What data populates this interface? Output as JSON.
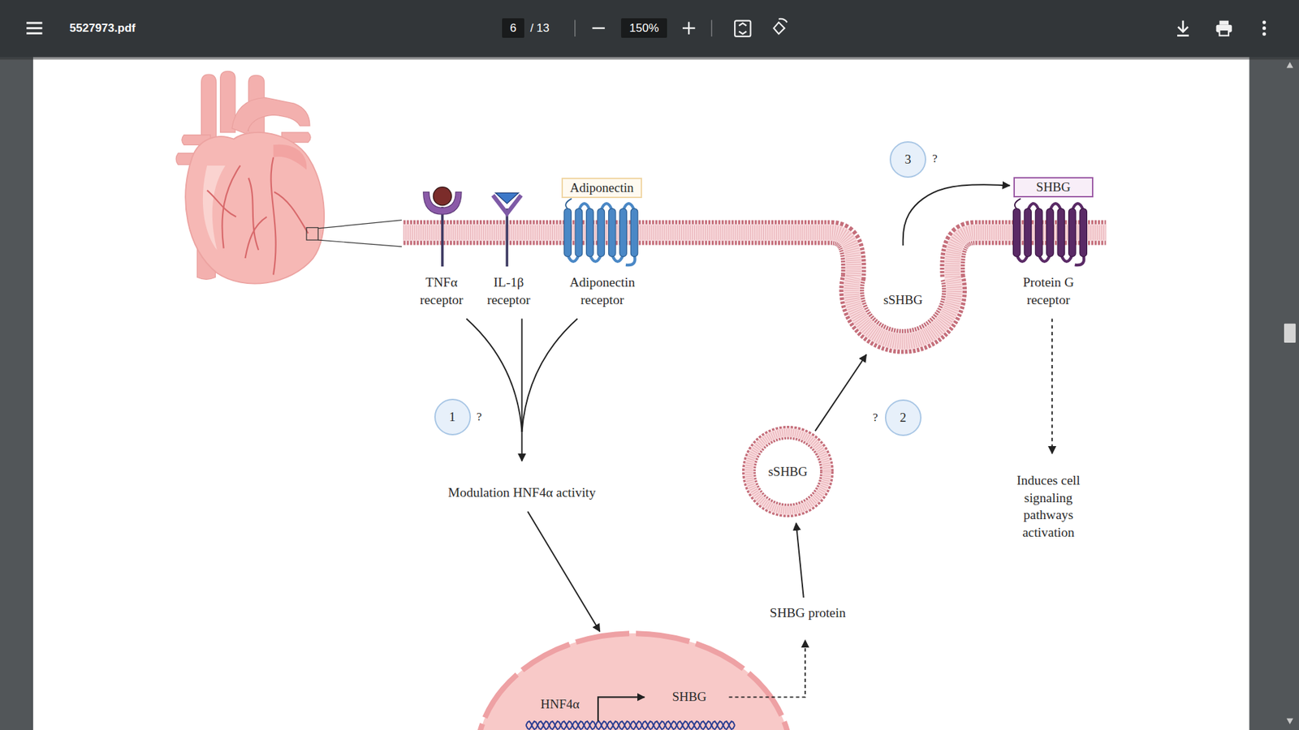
{
  "diagram": {
    "nodes": [
      {
        "text": [
          "6"
        ]
      },
      {
        "text": [
          "150%"
        ]
      },
      {
        "text": [
          "3"
        ]
      },
      {
        "text": [
          "Adiponectin"
        ]
      },
      {
        "text": [
          "SHBG"
        ]
      },
      {
        "text": [
          "sSHBG"
        ]
      },
      {
        "text": [
          "1"
        ]
      },
      {
        "text": [
          "2"
        ]
      },
      {
        "text": [
          "sSHBG"
        ]
      },
      {
        "text": [
          "HNF4α",
          "SHBG"
        ]
      }
    ],
    "edges": [
      {
        "from": 8,
        "to": 5,
        "arrow": "to"
      },
      {
        "from": 5,
        "to": 4,
        "arrow": "to"
      }
    ],
    "labels": [
      "5527973.pdf",
      "/ 13",
      "TNFα receptor",
      "IL-1β receptor",
      "Adiponectin receptor",
      "Protein G receptor",
      "?",
      "?",
      "?",
      "Modulation HNF4α activity",
      "SHBG protein",
      "Induces cell signaling pathways activation"
    ]
  }
}
